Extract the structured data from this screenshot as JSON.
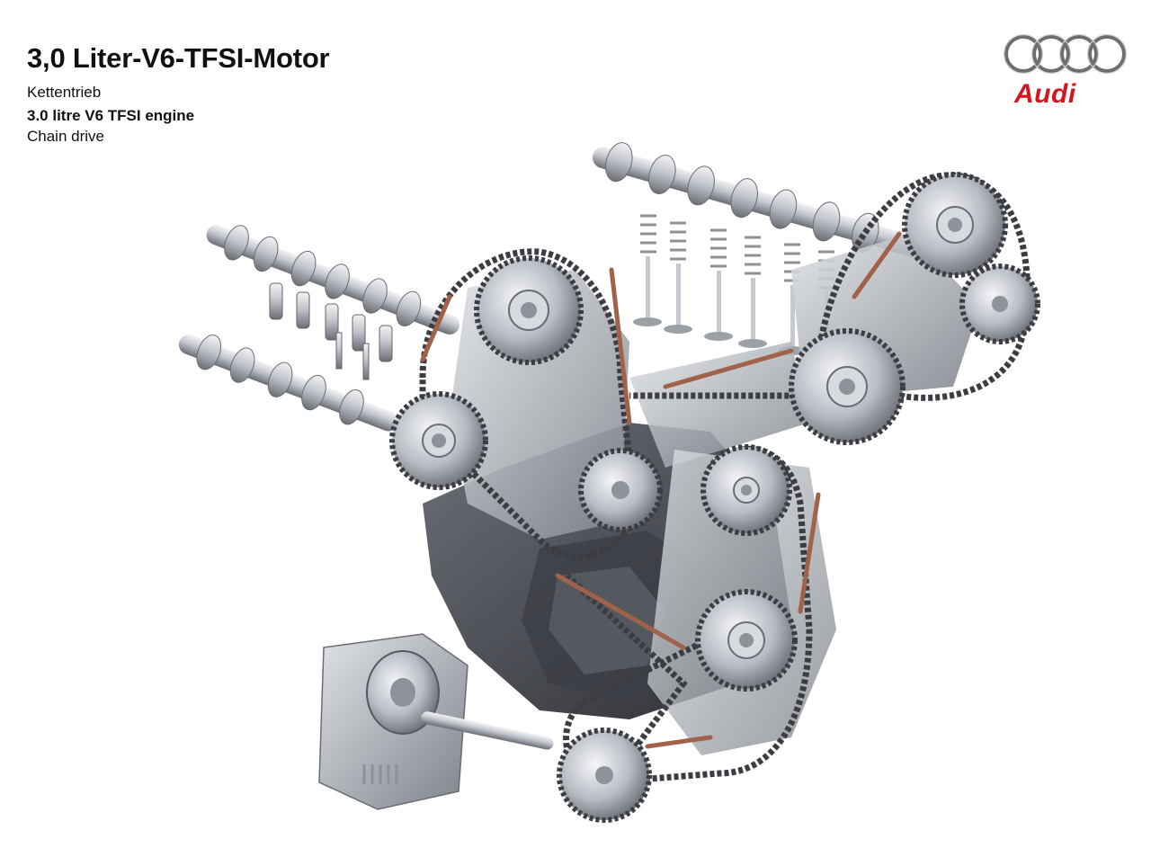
{
  "header": {
    "title_de": "3,0 Liter-V6-TFSI-Motor",
    "subtitle_de": "Kettentrieb",
    "title_en": "3.0 litre V6 TFSI engine",
    "subtitle_en": "Chain drive"
  },
  "brand": {
    "name": "Audi",
    "ring_color": "#6e6e6e",
    "word_color": "#d6141c"
  },
  "illustration": {
    "subject": "engine-chain-drive-cutaway",
    "colors": {
      "metal_light": "#e4e6ea",
      "metal_mid": "#a9adb5",
      "metal_dark": "#55585e",
      "chain": "#3b3d42",
      "guide_rail": "#a0634a"
    }
  }
}
